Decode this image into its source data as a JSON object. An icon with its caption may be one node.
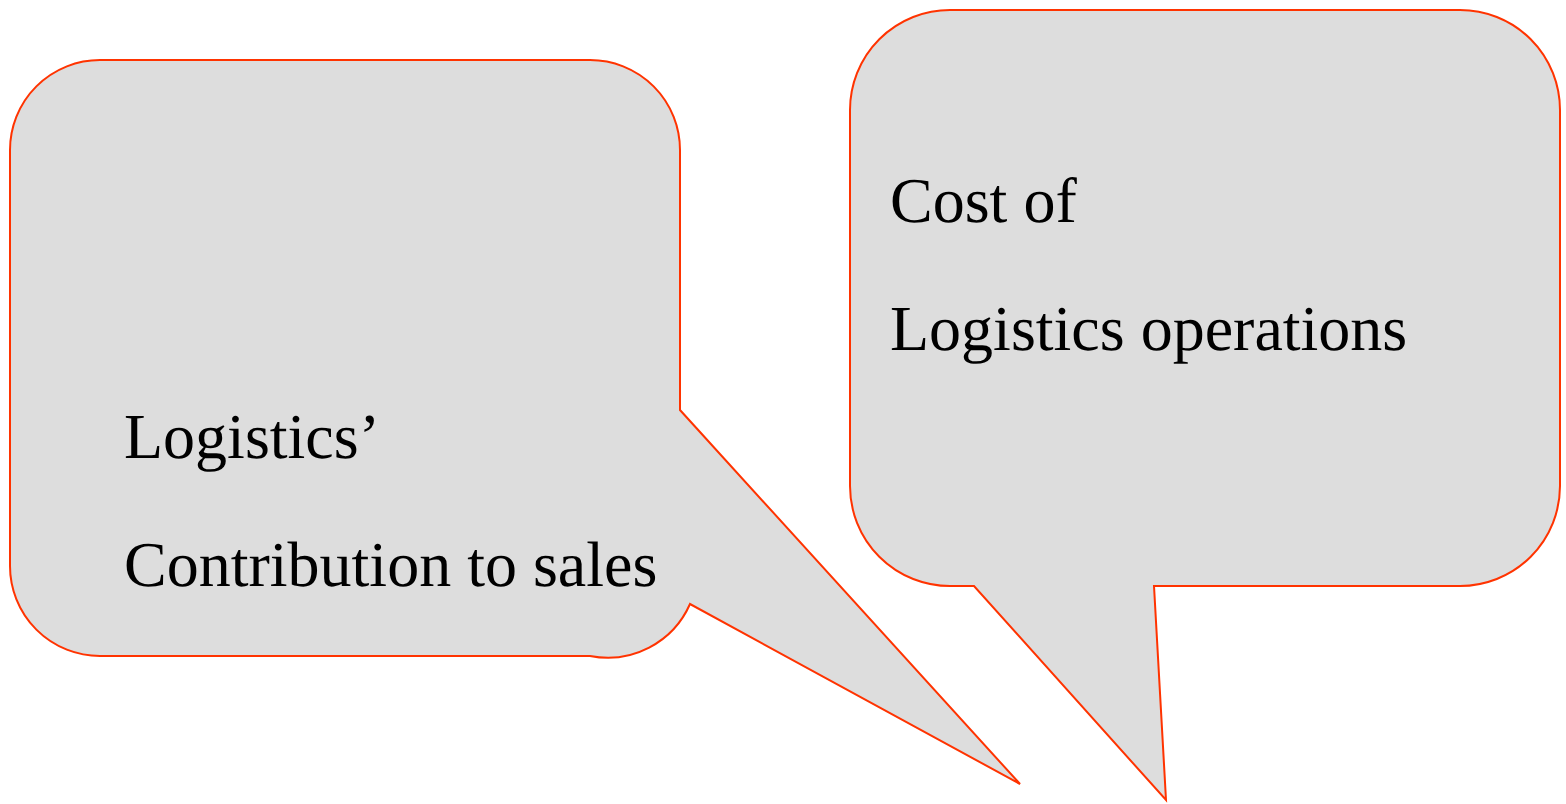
{
  "diagram": {
    "nodes": [
      {
        "text": [
          "Logistics’",
          "Contribution to sales"
        ]
      },
      {
        "text": [
          "Cost of",
          "Logistics operations"
        ]
      }
    ]
  }
}
